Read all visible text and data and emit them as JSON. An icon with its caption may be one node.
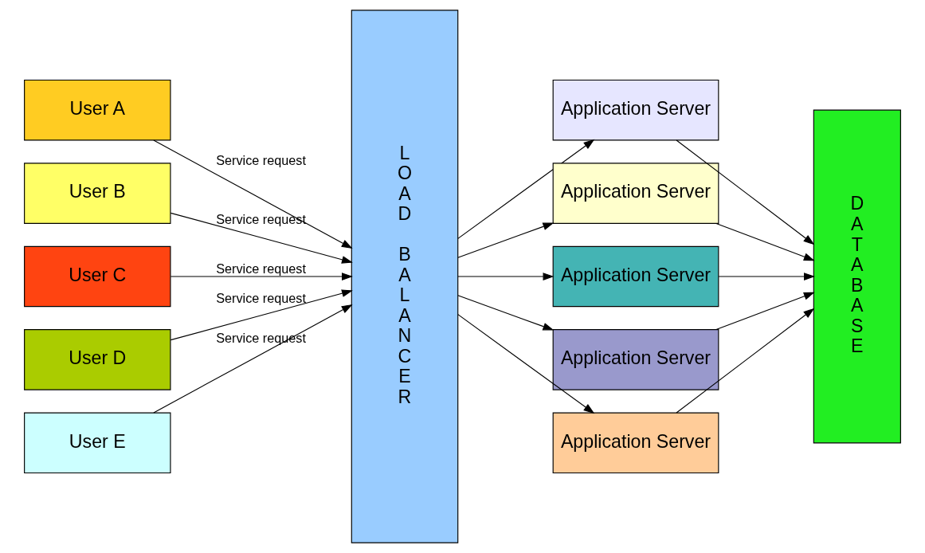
{
  "diagram": {
    "nodes": [
      {
        "text": [
          "User A"
        ]
      },
      {
        "text": [
          "User B"
        ]
      },
      {
        "text": [
          "User C"
        ]
      },
      {
        "text": [
          "User D"
        ]
      },
      {
        "text": [
          "User E"
        ]
      },
      {
        "text": [
          "LOAD BALANCER"
        ]
      },
      {
        "text": [
          "Application Server"
        ]
      },
      {
        "text": [
          "Application Server"
        ]
      },
      {
        "text": [
          "Application Server"
        ]
      },
      {
        "text": [
          "Application Server"
        ]
      },
      {
        "text": [
          "Application Server"
        ]
      },
      {
        "text": [
          "DATABASE"
        ]
      }
    ],
    "edges": [
      {
        "from": 0,
        "to": 5,
        "arrow": "to",
        "label": "Service request"
      },
      {
        "from": 1,
        "to": 5,
        "arrow": "to",
        "label": "Service request"
      },
      {
        "from": 2,
        "to": 5,
        "arrow": "to",
        "label": "Service request"
      },
      {
        "from": 3,
        "to": 5,
        "arrow": "to",
        "label": "Service request"
      },
      {
        "from": 4,
        "to": 5,
        "arrow": "to",
        "label": "Service request"
      },
      {
        "from": 5,
        "to": 6,
        "arrow": "to"
      },
      {
        "from": 5,
        "to": 7,
        "arrow": "to"
      },
      {
        "from": 5,
        "to": 8,
        "arrow": "to"
      },
      {
        "from": 5,
        "to": 9,
        "arrow": "to"
      },
      {
        "from": 5,
        "to": 10,
        "arrow": "to"
      },
      {
        "from": 6,
        "to": 11,
        "arrow": "to"
      },
      {
        "from": 7,
        "to": 11,
        "arrow": "to"
      },
      {
        "from": 8,
        "to": 11,
        "arrow": "to"
      },
      {
        "from": 9,
        "to": 11,
        "arrow": "to"
      },
      {
        "from": 10,
        "to": 11,
        "arrow": "to"
      }
    ]
  }
}
